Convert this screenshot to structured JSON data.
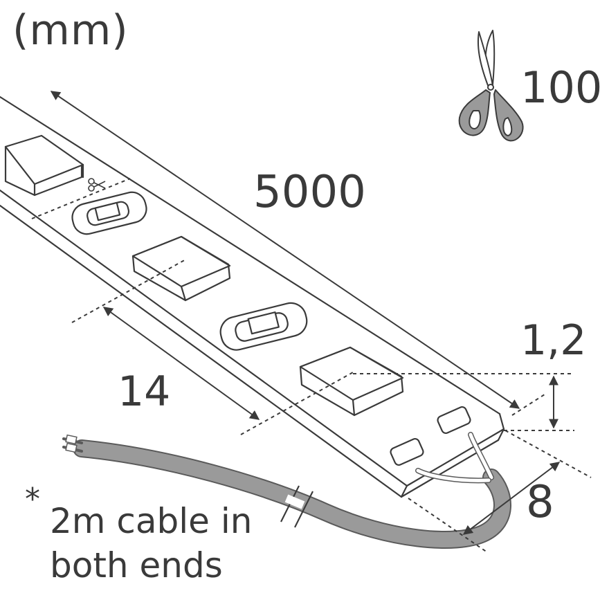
{
  "labels": {
    "unit": "(mm)",
    "cut_interval": "100",
    "length": "5000",
    "pitch": "14",
    "thickness": "1,2",
    "width": "8",
    "note_marker": "*",
    "note_line1": "2m cable in",
    "note_line2": "both ends"
  },
  "icons": {
    "cut": "scissors-icon",
    "cut_mark": "small-scissors-icon"
  },
  "colors": {
    "line": "#3a3a3a",
    "cable": "#9a9a9a",
    "cable_outline": "#5a5a5a",
    "text": "#3a3a3a"
  }
}
